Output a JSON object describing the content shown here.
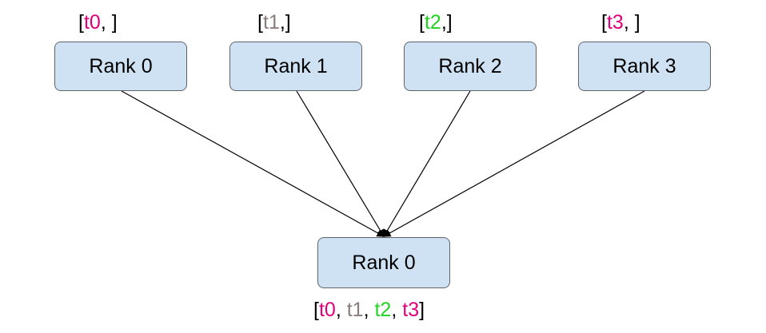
{
  "colors": {
    "box_fill": "#cfe2f3",
    "box_border": "#5f6368",
    "t0": "#e0007a",
    "t1": "#8b7d7b",
    "t2": "#22d422",
    "t3": "#e0007a"
  },
  "sources": [
    {
      "label": "Rank 0",
      "tag_open": "[",
      "tensor": "t0",
      "tag_rest": ", ]"
    },
    {
      "label": "Rank 1",
      "tag_open": "[",
      "tensor": "t1",
      "tag_rest": ",]"
    },
    {
      "label": "Rank 2",
      "tag_open": "[",
      "tensor": "t2",
      "tag_rest": ",]"
    },
    {
      "label": "Rank 3",
      "tag_open": "[",
      "tensor": "t3",
      "tag_rest": ", ]"
    }
  ],
  "target": {
    "label": "Rank 0",
    "result": {
      "open": "[",
      "items": [
        "t0",
        "t1",
        "t2",
        "t3"
      ],
      "sep": ", ",
      "close": "]"
    }
  }
}
